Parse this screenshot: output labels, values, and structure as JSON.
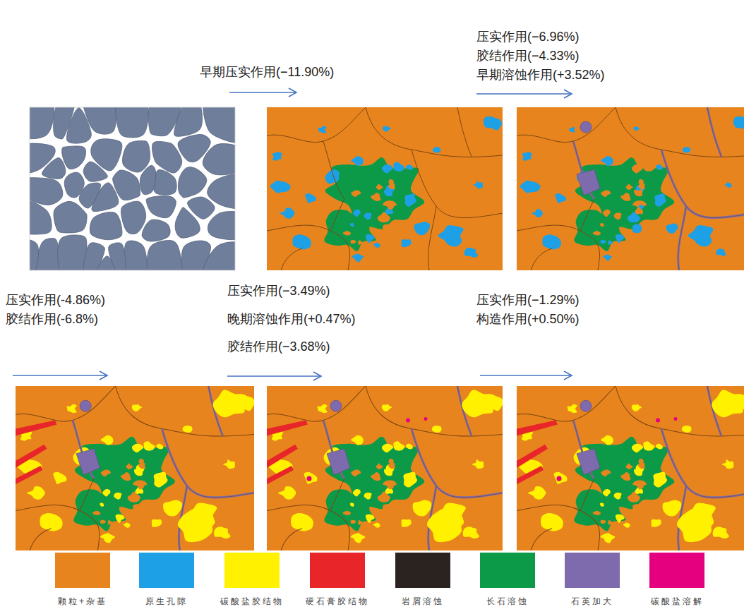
{
  "diagram": {
    "labels": [
      "早期压实作用(−11.90%)",
      "压实作用(−6.96%)",
      "胶结作用(−4.33%)",
      "早期溶蚀作用(+3.52%)",
      "压实作用(-4.86%)",
      "胶结作用(-6.8%)",
      "压实作用(−3.49%)",
      "晚期溶蚀作用(+0.47%)",
      "胶结作用(−3.68%)",
      "压实作用(−1.29%)",
      "构造作用(+0.50%)"
    ],
    "legend": [
      {
        "text": "颗粒+杂基",
        "color": "#e8841e"
      },
      {
        "text": "原生孔隙",
        "color": "#1ea0e6"
      },
      {
        "text": "碳酸盐胶结物",
        "color": "#fff100"
      },
      {
        "text": "硬石膏胶结物",
        "color": "#e8262a"
      },
      {
        "text": "岩屑溶蚀",
        "color": "#2a2320"
      },
      {
        "text": "长石溶蚀",
        "color": "#0d9a48"
      },
      {
        "text": "石英加大",
        "color": "#7e6bad"
      },
      {
        "text": "碳酸盐溶解",
        "color": "#e4007f"
      }
    ]
  }
}
